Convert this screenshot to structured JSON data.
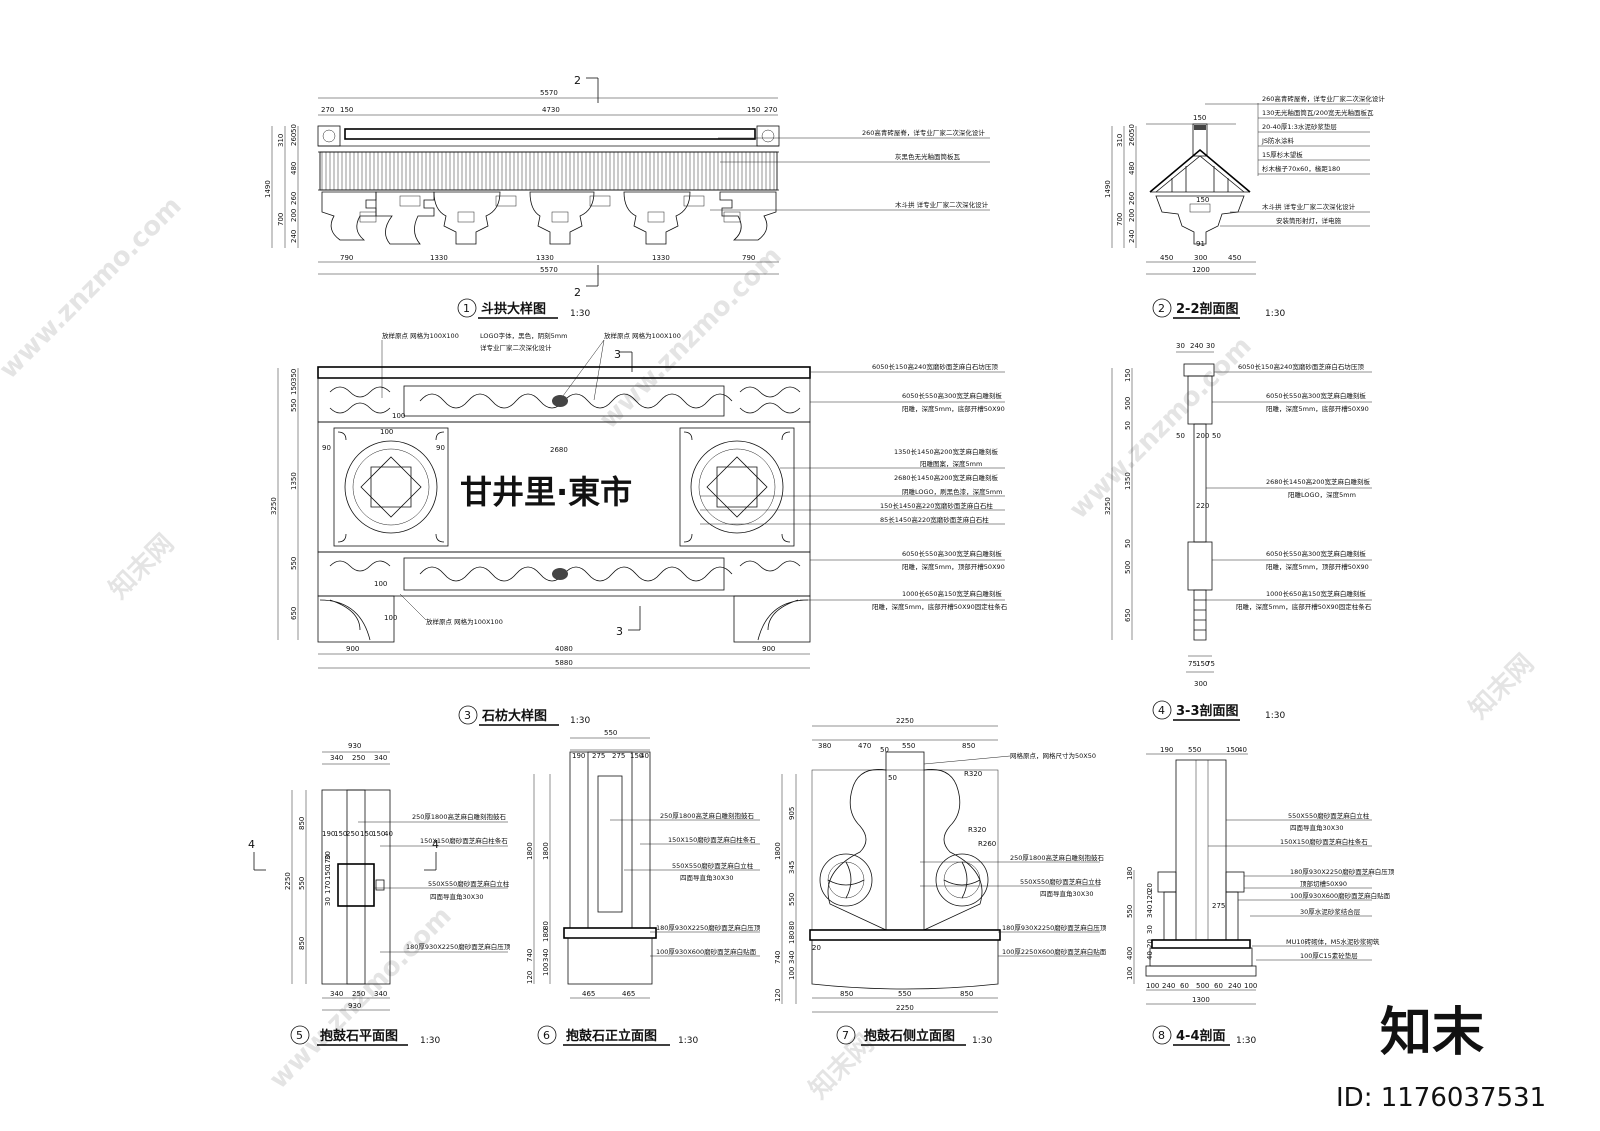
{
  "views": [
    {
      "num": "1",
      "title": "斗拱大样图",
      "scale": "1:30"
    },
    {
      "num": "2",
      "title": "2-2剖面图",
      "scale": "1:30"
    },
    {
      "num": "3",
      "title": "石枋大样图",
      "scale": "1:30"
    },
    {
      "num": "4",
      "title": "3-3剖面图",
      "scale": "1:30"
    },
    {
      "num": "5",
      "title": "抱鼓石平面图",
      "scale": "1:30"
    },
    {
      "num": "6",
      "title": "抱鼓石正立面图",
      "scale": "1:30"
    },
    {
      "num": "7",
      "title": "抱鼓石侧立面图",
      "scale": "1:30"
    },
    {
      "num": "8",
      "title": "4-4剖面",
      "scale": "1:30"
    }
  ],
  "sign_text": "甘井里·東市",
  "section_marks": {
    "two": "2",
    "three": "3",
    "four": "4"
  },
  "v1": {
    "dims_top": [
      "5570",
      "270",
      "150",
      "4730",
      "150",
      "270"
    ],
    "dims_left": [
      "310",
      "50",
      "260",
      "480",
      "1490",
      "260",
      "200",
      "700",
      "240"
    ],
    "dims_bottom": [
      "790",
      "1330",
      "1330",
      "1330",
      "790",
      "5570"
    ],
    "notes": [
      "260高青砖屋脊，详专业厂家二次深化设计",
      "灰黑色无光釉面筒板瓦",
      "木斗拱 详专业厂家二次深化设计"
    ]
  },
  "v2": {
    "dims_top": [
      "150"
    ],
    "dims_left": [
      "310",
      "50",
      "260",
      "480",
      "1490",
      "260",
      "200",
      "700",
      "240"
    ],
    "dims_bottom": [
      "450",
      "300",
      "450",
      "1200"
    ],
    "inner": [
      "150",
      "91"
    ],
    "notes": [
      "260高青砖屋脊，详专业厂家二次深化设计",
      "130无光釉面筒瓦/200宽无光釉面板瓦",
      "20-40厚1:3水泥砂浆垫层",
      "JS防水涂料",
      "15厚杉木望板",
      "杉木椽子70x60，椽距180",
      "木斗拱 详专业厂家二次深化设计",
      "安装筒形射灯，详电施"
    ]
  },
  "v3": {
    "top_notes": [
      "放样原点 网格为100X100",
      "LOGO字体，黑色，阴刻5mm",
      "详专业厂家二次深化设计",
      "放样原点 网格为100X100"
    ],
    "bottom_note": "放样原点 网格为100X100",
    "dims_left": [
      "350",
      "150",
      "550",
      "1350",
      "3250",
      "550",
      "650"
    ],
    "dims_bottom": [
      "900",
      "4080",
      "900",
      "5880"
    ],
    "inner": [
      "100",
      "100",
      "100",
      "100",
      "90",
      "90",
      "2680"
    ],
    "notes": [
      "6050长150高240宽磨砂面芝麻白石坊压顶",
      "6050长550高300宽芝麻白雕刻板",
      "阳雕，深度5mm，底部开槽50X90",
      "1350长1450高200宽芝麻白雕刻板",
      "阳雕图案，深度5mm",
      "2680长1450高200宽芝麻白雕刻板",
      "阴雕LOGO，刷黑色漆，深度5mm",
      "150长1450高220宽磨砂面芝麻白石柱",
      "85长1450高220宽磨砂面芝麻白石柱",
      "6050长550高300宽芝麻白雕刻板",
      "阳雕，深度5mm，顶部开槽50X90",
      "1000长650高150宽芝麻白雕刻板",
      "阳雕，深度5mm，底部开槽50X90固定柱条石"
    ]
  },
  "v4": {
    "dims_top": [
      "30",
      "240",
      "30"
    ],
    "dims_left": [
      "150",
      "500",
      "50",
      "1350",
      "3250",
      "50",
      "500",
      "650"
    ],
    "inner": [
      "50",
      "200",
      "50",
      "220"
    ],
    "dims_bottom": [
      "75",
      "150",
      "75",
      "300"
    ],
    "notes": [
      "6050长150高240宽磨砂面芝麻白石坊压顶",
      "6050长550高300宽芝麻白雕刻板",
      "阳雕，深度5mm，底部开槽50X90",
      "2680长1450高200宽芝麻白雕刻板",
      "阳雕LOGO，深度5mm",
      "6050长550高300宽芝麻白雕刻板",
      "阳雕，深度5mm，顶部开槽50X90",
      "1000长650高150宽芝麻白雕刻板",
      "阳雕，深度5mm，底部开槽50X90固定柱条石"
    ]
  },
  "v5": {
    "dims_top": [
      "930",
      "340",
      "250",
      "340"
    ],
    "dims_left": [
      "850",
      "2250",
      "550",
      "850"
    ],
    "inner": [
      "190",
      "150",
      "250",
      "150",
      "150",
      "40",
      "30",
      "170",
      "150",
      "170",
      "30"
    ],
    "dims_bottom": [
      "340",
      "250",
      "340",
      "930"
    ],
    "notes": [
      "250厚1800高芝麻白雕刻抱鼓石",
      "150X150磨砂面芝麻白柱条石",
      "550X550磨砂面芝麻白立柱",
      "四面导直角30X30",
      "180厚930X2250磨砂面芝麻白压顶"
    ]
  },
  "v6": {
    "dims_top": [
      "550",
      "190",
      "275",
      "275",
      "150",
      "40"
    ],
    "dims_left": [
      "1800",
      "1800",
      "80",
      "180",
      "740",
      "340",
      "100",
      "120"
    ],
    "dims_bottom": [
      "465",
      "465"
    ],
    "notes": [
      "250厚1800高芝麻白雕刻抱鼓石",
      "150X150磨砂面芝麻白柱条石",
      "550X550磨砂面芝麻白立柱",
      "四面导直角30X30",
      "180厚930X2250磨砂面芝麻白压顶",
      "100厚930X600磨砂面芝麻白贴面"
    ]
  },
  "v7": {
    "dims_top": [
      "2250",
      "380",
      "470",
      "550",
      "850"
    ],
    "dims_left": [
      "905",
      "1800",
      "345",
      "550",
      "80",
      "180",
      "740",
      "340",
      "100",
      "120"
    ],
    "inner": [
      "R320",
      "R320",
      "R260",
      "50",
      "50",
      "20"
    ],
    "grid_note": "网格原点，网格尺寸为50X50",
    "dims_bottom": [
      "850",
      "550",
      "850",
      "2250"
    ],
    "notes": [
      "250厚1800高芝麻白雕刻抱鼓石",
      "550X550磨砂面芝麻白立柱",
      "四面导直角30X30",
      "180厚930X2250磨砂面芝麻白压顶",
      "100厚2250X600磨砂面芝麻白贴面"
    ]
  },
  "v8": {
    "dims_top": [
      "190",
      "550",
      "150",
      "40"
    ],
    "dims_left": [
      "180",
      "20",
      "120",
      "340",
      "30",
      "550",
      "20",
      "40",
      "400",
      "100"
    ],
    "inner": [
      "275"
    ],
    "dims_bottom": [
      "100",
      "240",
      "60",
      "500",
      "60",
      "240",
      "100",
      "1300"
    ],
    "notes": [
      "550X550磨砂面芝麻白立柱",
      "四面导直角30X30",
      "150X150磨砂面芝麻白柱条石",
      "180厚930X2250磨砂面芝麻白压顶",
      "顶部切槽50X90",
      "100厚930X600磨砂面芝麻白贴面",
      "30厚水泥砂浆结合层",
      "MU10砖砌体，M5水泥砂浆砌筑",
      "100厚C15素砼垫层"
    ]
  },
  "watermark": {
    "site": "www.znzmo.com",
    "brand": "知末网",
    "logo": "知末",
    "id_label": "ID: 1176037531"
  }
}
